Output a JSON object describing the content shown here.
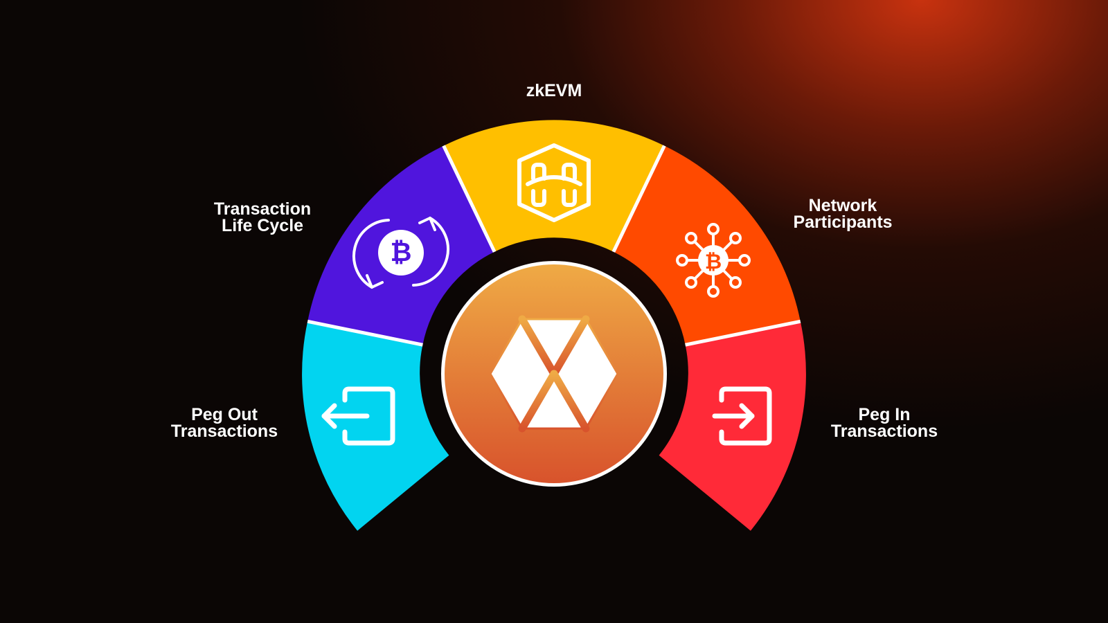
{
  "center": {
    "name": "hexagon-logo"
  },
  "segments": [
    {
      "id": "peg-out",
      "lines": [
        "Peg Out",
        "Transactions"
      ],
      "color": "#02d4f0",
      "icon": "exit-arrow-icon"
    },
    {
      "id": "tx-lifecycle",
      "lines": [
        "Transaction",
        "Life Cycle"
      ],
      "color": "#5015dd",
      "icon": "bitcoin-cycle-icon"
    },
    {
      "id": "zkevm",
      "lines": [
        "zkEVM"
      ],
      "color": "#ffbf00",
      "icon": "hex-chip-icon"
    },
    {
      "id": "network",
      "lines": [
        "Network",
        "Participants"
      ],
      "color": "#ff4a00",
      "icon": "bitcoin-network-icon"
    },
    {
      "id": "peg-in",
      "lines": [
        "Peg In",
        "Transactions"
      ],
      "color": "#ff2a38",
      "icon": "enter-arrow-icon"
    }
  ]
}
